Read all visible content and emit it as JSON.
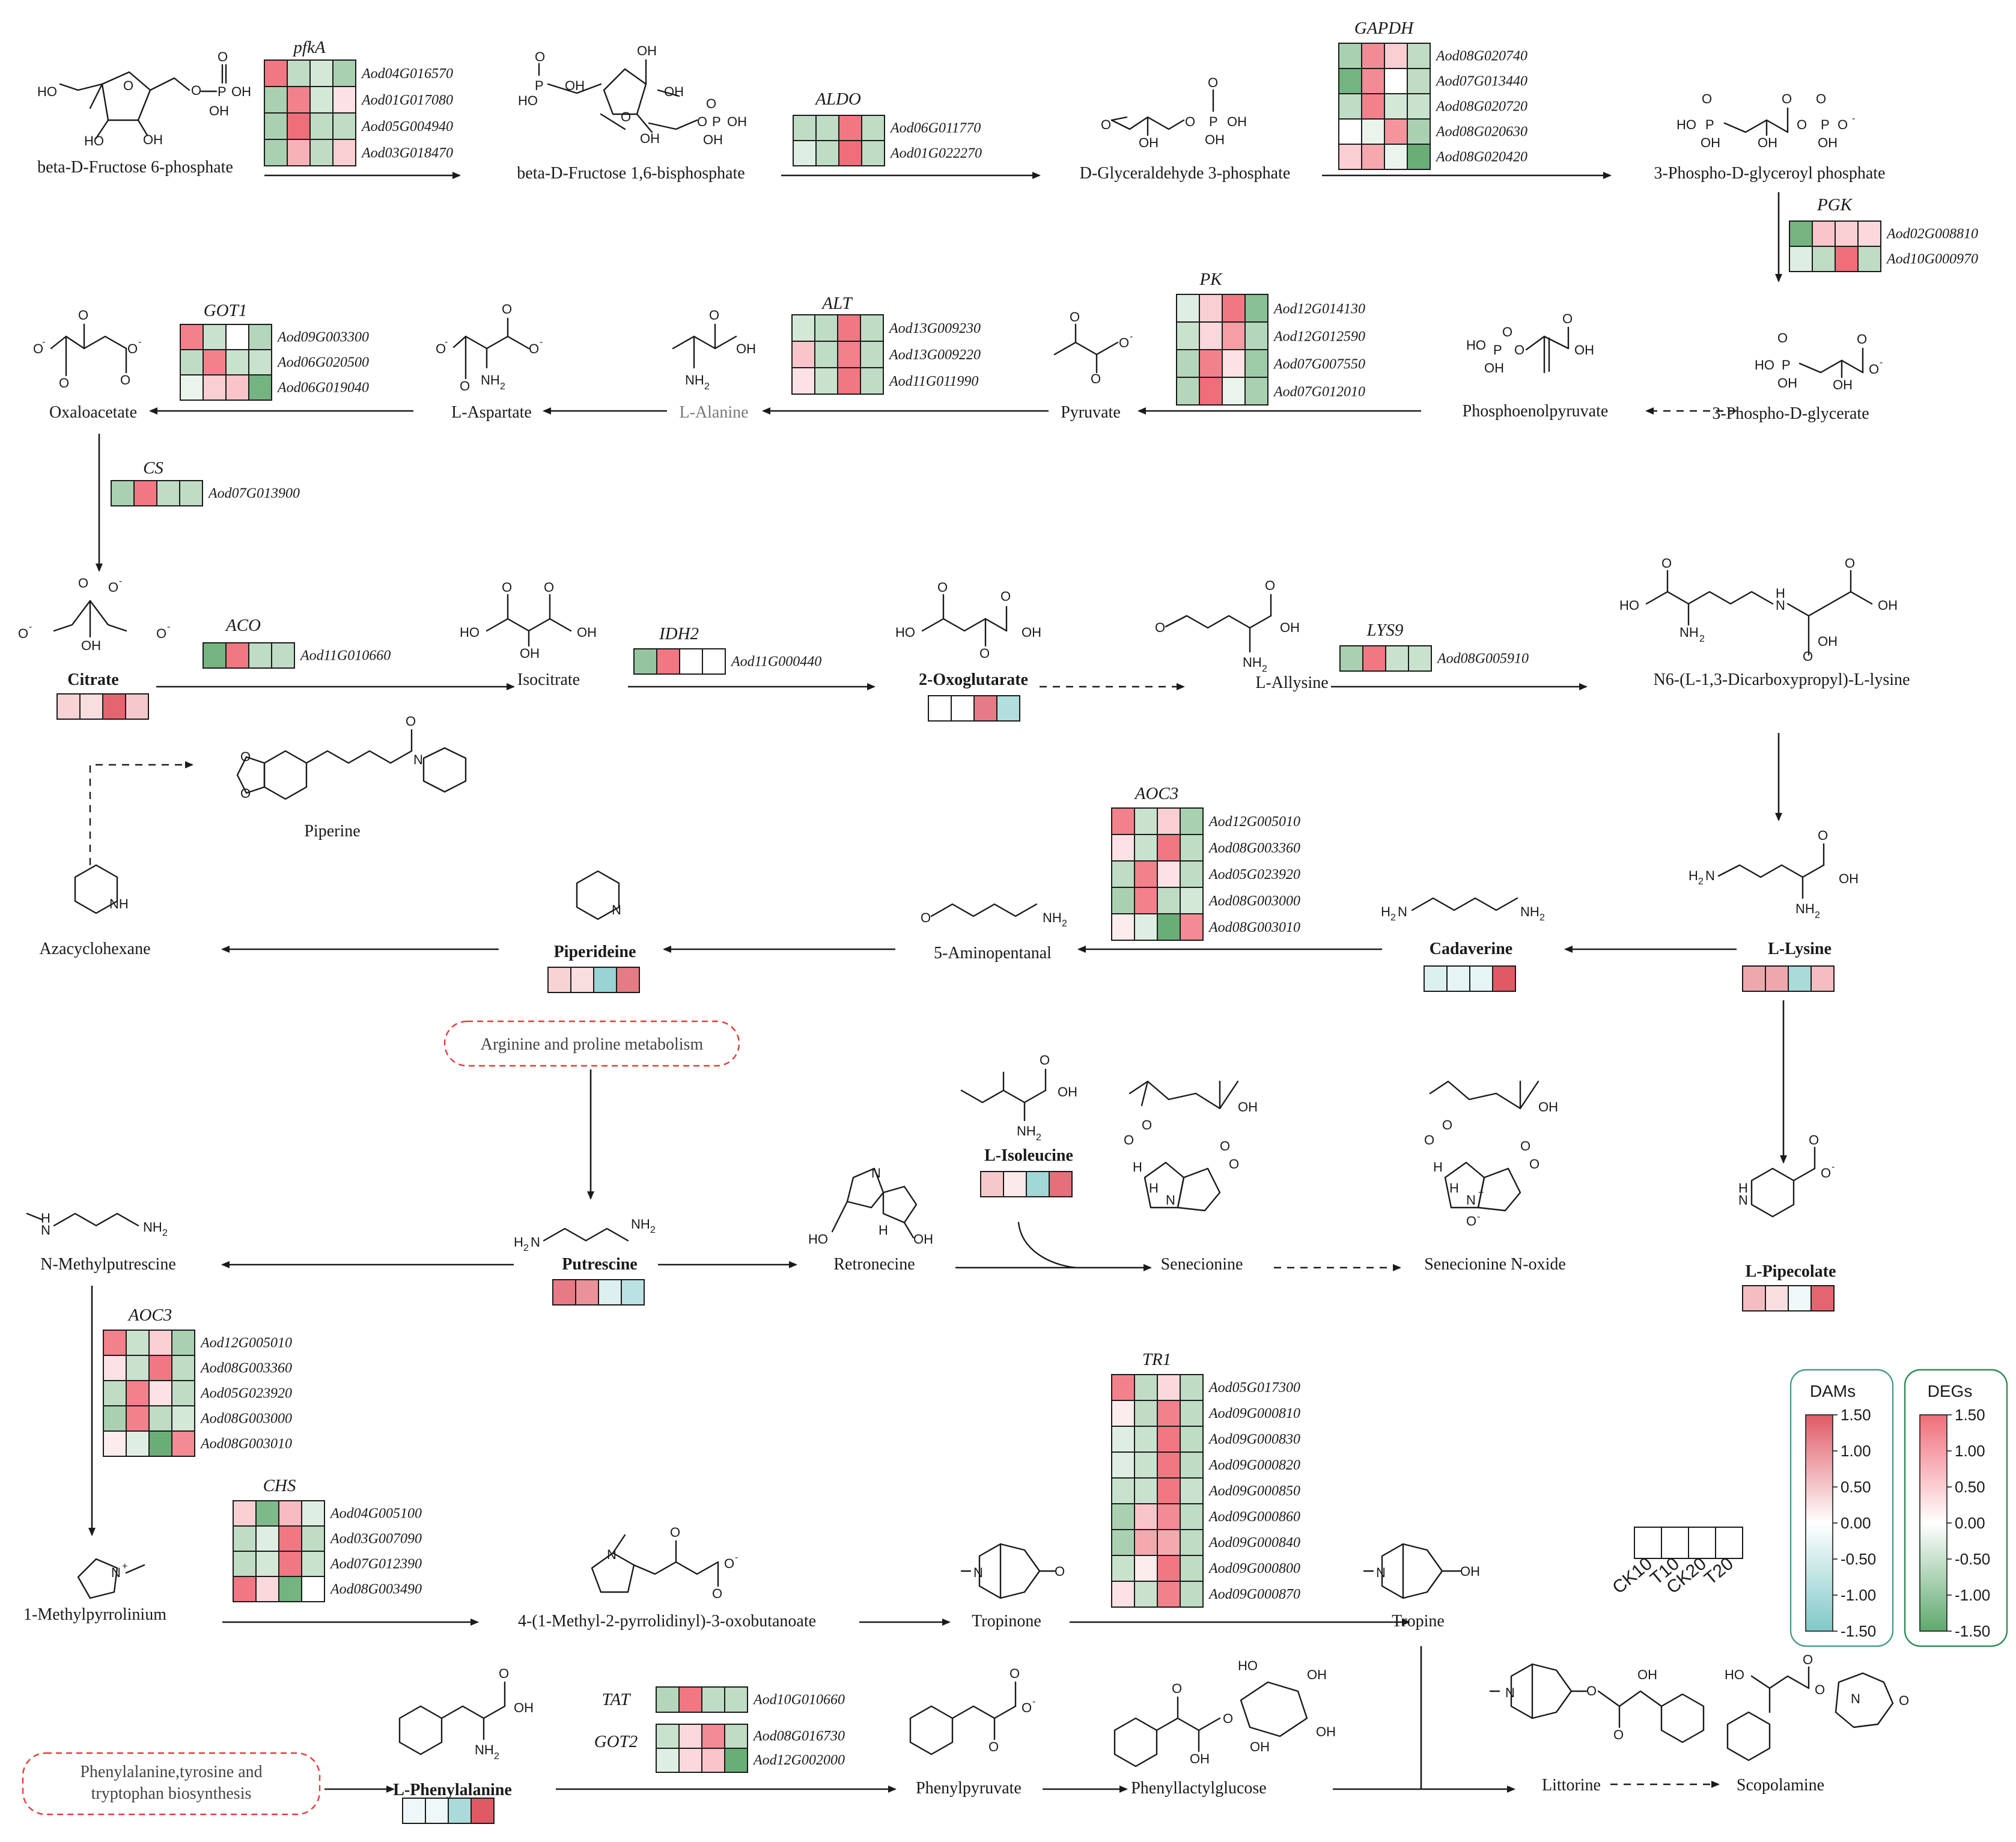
{
  "colors": {
    "dam_high": "#e05a66",
    "dam_mid": "#ffffff",
    "dam_low": "#7fc8c8",
    "deg_high": "#f06e7a",
    "deg_mid": "#ffffff",
    "deg_low": "#5ea86d",
    "dashed_box": "#e53935",
    "legend_box": "#2e8b57"
  },
  "metabolites": [
    {
      "id": "f6p",
      "label": "beta-D-Fructose 6-phosphate"
    },
    {
      "id": "f16bp",
      "label": "beta-D-Fructose 1,6-bisphosphate"
    },
    {
      "id": "g3p",
      "label": "D-Glyceraldehyde 3-phosphate"
    },
    {
      "id": "pgp",
      "label": "3-Phospho-D-glyceroyl phosphate"
    },
    {
      "id": "pg3",
      "label": "3-Phospho-D-glycerate"
    },
    {
      "id": "pep",
      "label": "Phosphoenolpyruvate"
    },
    {
      "id": "pyr",
      "label": "Pyruvate"
    },
    {
      "id": "ala",
      "label": "L-Alanine"
    },
    {
      "id": "asp",
      "label": "L-Aspartate"
    },
    {
      "id": "oaa",
      "label": "Oxaloacetate"
    },
    {
      "id": "cit",
      "label": "Citrate",
      "bold": true
    },
    {
      "id": "icit",
      "label": "Isocitrate"
    },
    {
      "id": "oxg",
      "label": "2-Oxoglutarate",
      "bold": true
    },
    {
      "id": "ally",
      "label": "L-Allysine"
    },
    {
      "id": "sacc",
      "label": "N6-(L-1,3-Dicarboxypropyl)-L-lysine"
    },
    {
      "id": "lys",
      "label": "L-Lysine",
      "bold": true
    },
    {
      "id": "cad",
      "label": "Cadaverine",
      "bold": true
    },
    {
      "id": "apent",
      "label": "5-Aminopentanal"
    },
    {
      "id": "pipd",
      "label": "Piperideine",
      "bold": true
    },
    {
      "id": "azac",
      "label": "Azacyclohexane"
    },
    {
      "id": "pipr",
      "label": "Piperine"
    },
    {
      "id": "pipc",
      "label": "L-Pipecolate",
      "bold": true
    },
    {
      "id": "put",
      "label": "Putrescine",
      "bold": true
    },
    {
      "id": "nmp",
      "label": "N-Methylputrescine"
    },
    {
      "id": "retr",
      "label": "Retronecine"
    },
    {
      "id": "ile",
      "label": "L-Isoleucine",
      "bold": true
    },
    {
      "id": "senc",
      "label": "Senecionine"
    },
    {
      "id": "seno",
      "label": "Senecionine N-oxide"
    },
    {
      "id": "mpyr",
      "label": "1-Methylpyrrolinium"
    },
    {
      "id": "mpob",
      "label": "4-(1-Methyl-2-pyrrolidinyl)-3-oxobutanoate"
    },
    {
      "id": "trpn",
      "label": "Tropinone"
    },
    {
      "id": "trop",
      "label": "Tropine"
    },
    {
      "id": "phe",
      "label": "L-Phenylalanine",
      "bold": true
    },
    {
      "id": "ppyr",
      "label": "Phenylpyruvate"
    },
    {
      "id": "plg",
      "label": "Phenyllactylglucose"
    },
    {
      "id": "litt",
      "label": "Littorine"
    },
    {
      "id": "scop",
      "label": "Scopolamine"
    }
  ],
  "pathway_boxes": [
    {
      "id": "argpro",
      "label": "Arginine and proline metabolism"
    },
    {
      "id": "phetyr",
      "lines": [
        "Phenylalanine,tyrosine and",
        "tryptophan biosynthesis"
      ]
    }
  ],
  "dam_heatmaps": [
    {
      "id": "cit",
      "values": [
        0.4,
        0.3,
        1.4,
        0.5
      ]
    },
    {
      "id": "oxg",
      "values": [
        0.0,
        0.0,
        1.2,
        -0.9
      ]
    },
    {
      "id": "pipd",
      "values": [
        0.4,
        0.3,
        -1.2,
        1.2
      ]
    },
    {
      "id": "cad",
      "values": [
        -0.4,
        -0.3,
        -0.3,
        1.5
      ]
    },
    {
      "id": "lys",
      "values": [
        0.8,
        0.8,
        -1.0,
        0.6
      ]
    },
    {
      "id": "ile",
      "values": [
        0.5,
        0.2,
        -1.1,
        1.3
      ]
    },
    {
      "id": "pipc",
      "values": [
        0.6,
        0.3,
        -0.2,
        1.4
      ]
    },
    {
      "id": "put",
      "values": [
        1.2,
        1.0,
        -0.4,
        -0.8
      ]
    },
    {
      "id": "phe",
      "values": [
        -0.2,
        -0.2,
        -1.0,
        1.5
      ]
    }
  ],
  "deg_heatmaps": [
    {
      "id": "pfkA",
      "name": "pfkA",
      "genes": [
        {
          "id": "Aod04G016570",
          "values": [
            1.4,
            -0.6,
            -0.4,
            -0.8
          ]
        },
        {
          "id": "Aod01G017080",
          "values": [
            -0.8,
            1.3,
            -0.4,
            0.3
          ]
        },
        {
          "id": "Aod05G004940",
          "values": [
            -0.8,
            1.5,
            -0.6,
            -0.6
          ]
        },
        {
          "id": "Aod03G018470",
          "values": [
            -0.8,
            0.8,
            -0.6,
            0.5
          ]
        }
      ]
    },
    {
      "id": "ALDO",
      "name": "ALDO",
      "genes": [
        {
          "id": "Aod06G011770",
          "values": [
            -0.6,
            -0.6,
            1.4,
            -0.6
          ]
        },
        {
          "id": "Aod01G022270",
          "values": [
            -0.3,
            -0.6,
            1.5,
            -0.6
          ]
        }
      ]
    },
    {
      "id": "GAPDH",
      "name": "GAPDH",
      "genes": [
        {
          "id": "Aod08G020740",
          "values": [
            -0.8,
            1.2,
            0.5,
            -0.6
          ]
        },
        {
          "id": "Aod07G013440",
          "values": [
            -1.3,
            1.2,
            0.0,
            -0.6
          ]
        },
        {
          "id": "Aod08G020720",
          "values": [
            -0.6,
            1.3,
            -0.4,
            -0.5
          ]
        },
        {
          "id": "Aod08G020630",
          "values": [
            0.0,
            -0.2,
            1.1,
            -0.8
          ]
        },
        {
          "id": "Aod08G020420",
          "values": [
            0.5,
            0.9,
            -0.2,
            -1.4
          ]
        }
      ]
    },
    {
      "id": "PGK",
      "name": "PGK",
      "genes": [
        {
          "id": "Aod02G008810",
          "values": [
            -1.3,
            0.6,
            0.5,
            0.4
          ]
        },
        {
          "id": "Aod10G000970",
          "values": [
            -0.3,
            -0.6,
            1.5,
            -0.6
          ]
        }
      ]
    },
    {
      "id": "PK",
      "name": "PK",
      "genes": [
        {
          "id": "Aod12G014130",
          "values": [
            -0.3,
            0.5,
            1.4,
            -1.1
          ]
        },
        {
          "id": "Aod12G012590",
          "values": [
            -0.5,
            0.4,
            1.0,
            -0.7
          ]
        },
        {
          "id": "Aod07G007550",
          "values": [
            -0.7,
            1.3,
            0.3,
            -0.9
          ]
        },
        {
          "id": "Aod07G012010",
          "values": [
            -0.7,
            1.5,
            -0.2,
            -0.8
          ]
        }
      ]
    },
    {
      "id": "ALT",
      "name": "ALT",
      "genes": [
        {
          "id": "Aod13G009230",
          "values": [
            -0.4,
            -0.6,
            1.4,
            -0.6
          ]
        },
        {
          "id": "Aod13G009220",
          "values": [
            0.6,
            -0.6,
            1.3,
            -0.6
          ]
        },
        {
          "id": "Aod11G011990",
          "values": [
            0.3,
            -0.5,
            1.4,
            -0.6
          ]
        }
      ]
    },
    {
      "id": "GOT1",
      "name": "GOT1",
      "genes": [
        {
          "id": "Aod09G003300",
          "values": [
            1.3,
            -0.5,
            0.0,
            -0.7
          ]
        },
        {
          "id": "Aod06G020500",
          "values": [
            -0.6,
            1.3,
            -0.5,
            -0.5
          ]
        },
        {
          "id": "Aod06G019040",
          "values": [
            -0.2,
            0.5,
            0.6,
            -1.3
          ]
        }
      ]
    },
    {
      "id": "CS",
      "name": "CS",
      "genes": [
        {
          "id": "Aod07G013900",
          "values": [
            -0.8,
            1.4,
            -0.6,
            -0.6
          ]
        }
      ]
    },
    {
      "id": "ACO",
      "name": "ACO",
      "genes": [
        {
          "id": "Aod11G010660",
          "values": [
            -1.3,
            1.4,
            -0.6,
            -0.6
          ]
        }
      ]
    },
    {
      "id": "IDH2",
      "name": "IDH2",
      "genes": [
        {
          "id": "Aod11G000440",
          "values": [
            -1.0,
            1.4,
            0.0,
            0.0
          ]
        }
      ]
    },
    {
      "id": "LYS9",
      "name": "LYS9",
      "genes": [
        {
          "id": "Aod08G005910",
          "values": [
            -0.8,
            1.4,
            -0.5,
            -0.5
          ]
        }
      ]
    },
    {
      "id": "AOC3a",
      "name": "AOC3",
      "genes": [
        {
          "id": "Aod12G005010",
          "values": [
            1.3,
            -0.5,
            0.5,
            -0.8
          ]
        },
        {
          "id": "Aod08G003360",
          "values": [
            0.3,
            -0.5,
            1.4,
            -0.6
          ]
        },
        {
          "id": "Aod05G023920",
          "values": [
            -0.6,
            1.3,
            0.3,
            -0.6
          ]
        },
        {
          "id": "Aod08G003000",
          "values": [
            -0.8,
            1.3,
            -0.6,
            -0.4
          ]
        },
        {
          "id": "Aod08G003010",
          "values": [
            0.2,
            -0.3,
            -1.4,
            1.2
          ]
        }
      ]
    },
    {
      "id": "AOC3b",
      "name": "AOC3",
      "genes": [
        {
          "id": "Aod12G005010",
          "values": [
            1.3,
            -0.5,
            0.5,
            -0.8
          ]
        },
        {
          "id": "Aod08G003360",
          "values": [
            0.3,
            -0.5,
            1.4,
            -0.6
          ]
        },
        {
          "id": "Aod05G023920",
          "values": [
            -0.6,
            1.3,
            0.3,
            -0.6
          ]
        },
        {
          "id": "Aod08G003000",
          "values": [
            -0.8,
            1.3,
            -0.6,
            -0.4
          ]
        },
        {
          "id": "Aod08G003010",
          "values": [
            0.2,
            -0.3,
            -1.4,
            1.2
          ]
        }
      ]
    },
    {
      "id": "CHS",
      "name": "CHS",
      "genes": [
        {
          "id": "Aod04G005100",
          "values": [
            0.5,
            -1.2,
            0.7,
            -0.3
          ]
        },
        {
          "id": "Aod03G007090",
          "values": [
            -0.6,
            -0.3,
            1.4,
            -0.6
          ]
        },
        {
          "id": "Aod07G012390",
          "values": [
            -0.6,
            -0.4,
            1.4,
            -0.5
          ]
        },
        {
          "id": "Aod08G003490",
          "values": [
            1.4,
            0.4,
            -1.3,
            0.0
          ]
        }
      ]
    },
    {
      "id": "TR1",
      "name": "TR1",
      "genes": [
        {
          "id": "Aod05G017300",
          "values": [
            1.3,
            -0.6,
            0.4,
            -0.6
          ]
        },
        {
          "id": "Aod09G000810",
          "values": [
            0.2,
            -0.6,
            1.3,
            -0.6
          ]
        },
        {
          "id": "Aod09G000830",
          "values": [
            -0.3,
            -0.5,
            1.4,
            -0.6
          ]
        },
        {
          "id": "Aod09G000820",
          "values": [
            -0.3,
            -0.5,
            1.4,
            -0.6
          ]
        },
        {
          "id": "Aod09G000850",
          "values": [
            -0.5,
            -0.5,
            1.4,
            -0.5
          ]
        },
        {
          "id": "Aod09G000860",
          "values": [
            -0.8,
            0.6,
            1.2,
            -0.6
          ]
        },
        {
          "id": "Aod09G000840",
          "values": [
            -0.8,
            0.9,
            0.9,
            -0.6
          ]
        },
        {
          "id": "Aod09G000800",
          "values": [
            -0.5,
            0.2,
            1.4,
            -0.6
          ]
        },
        {
          "id": "Aod09G000870",
          "values": [
            0.3,
            -0.5,
            1.3,
            -0.6
          ]
        }
      ]
    },
    {
      "id": "TAT",
      "name": "TAT",
      "genes": [
        {
          "id": "Aod10G010660",
          "values": [
            -0.7,
            1.4,
            -0.6,
            -0.6
          ]
        }
      ]
    },
    {
      "id": "GOT2",
      "name": "GOT2",
      "genes": [
        {
          "id": "Aod08G016730",
          "values": [
            -0.5,
            0.4,
            1.2,
            -0.6
          ]
        },
        {
          "id": "Aod12G002000",
          "values": [
            -0.3,
            0.4,
            0.6,
            -1.4
          ]
        }
      ]
    }
  ],
  "legend": {
    "samples": [
      "CK10",
      "T10",
      "CK20",
      "T20"
    ],
    "dam_title": "DAMs",
    "deg_title": "DEGs",
    "ticks": [
      "1.50",
      "1.00",
      "0.50",
      "0.00",
      "-0.50",
      "-1.00",
      "-1.50"
    ]
  }
}
